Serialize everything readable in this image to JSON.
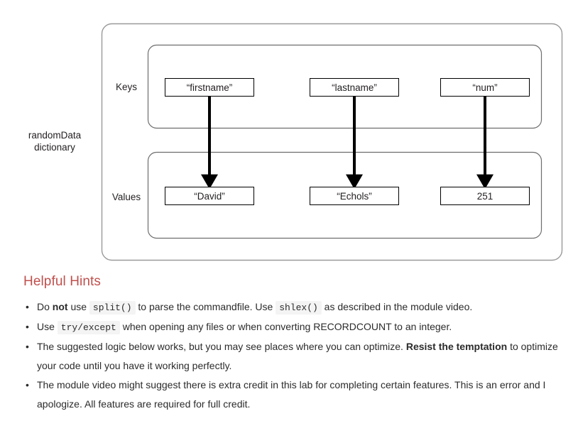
{
  "diagram": {
    "outer_label": "randomData\ndictionary",
    "outer_label_line1": "randomData",
    "outer_label_line2": "dictionary",
    "rows": [
      {
        "name": "keys-row",
        "label": "Keys",
        "cells": [
          "“firstname”",
          "“lastname”",
          "“num”"
        ]
      },
      {
        "name": "values-row",
        "label": "Values",
        "cells": [
          "“David”",
          "“Echols”",
          "251"
        ]
      }
    ],
    "arrows": [
      {
        "name": "arrow-firstname-to-david",
        "from": "“firstname”",
        "to": "“David”"
      },
      {
        "name": "arrow-lastname-to-echols",
        "from": "“lastname”",
        "to": "“Echols”"
      },
      {
        "name": "arrow-num-to-251",
        "from": "“num”",
        "to": "251"
      }
    ],
    "colors": {
      "outer_border": "#9a9a9a",
      "inner_border": "#6e6e6e",
      "cell_border": "#000000",
      "arrow": "#000000"
    }
  },
  "hints": {
    "heading": "Helpful Hints",
    "heading_color": "#c0504d",
    "items": [
      {
        "name": "hint-split-shlex",
        "segments": [
          {
            "type": "text",
            "text": "Do "
          },
          {
            "type": "bold",
            "text": "not"
          },
          {
            "type": "text",
            "text": " use "
          },
          {
            "type": "code",
            "text": "split()"
          },
          {
            "type": "text",
            "text": " to parse the commandfile. Use "
          },
          {
            "type": "code",
            "text": "shlex()"
          },
          {
            "type": "text",
            "text": " as described in the module video."
          }
        ]
      },
      {
        "name": "hint-try-except",
        "segments": [
          {
            "type": "text",
            "text": "Use "
          },
          {
            "type": "code",
            "text": "try/except"
          },
          {
            "type": "text",
            "text": " when opening any files or when converting RECORDCOUNT to an integer."
          }
        ]
      },
      {
        "name": "hint-resist-temptation",
        "segments": [
          {
            "type": "text",
            "text": "The suggested logic below works, but you may see places where you can optimize. "
          },
          {
            "type": "bold",
            "text": "Resist the temptation"
          },
          {
            "type": "text",
            "text": " to optimize your code until you have it working perfectly."
          }
        ]
      },
      {
        "name": "hint-extra-credit",
        "segments": [
          {
            "type": "text",
            "text": "The module video might suggest there is extra credit in this lab for completing certain features. This is an error and I apologize. All features are required for full credit."
          }
        ]
      }
    ]
  }
}
